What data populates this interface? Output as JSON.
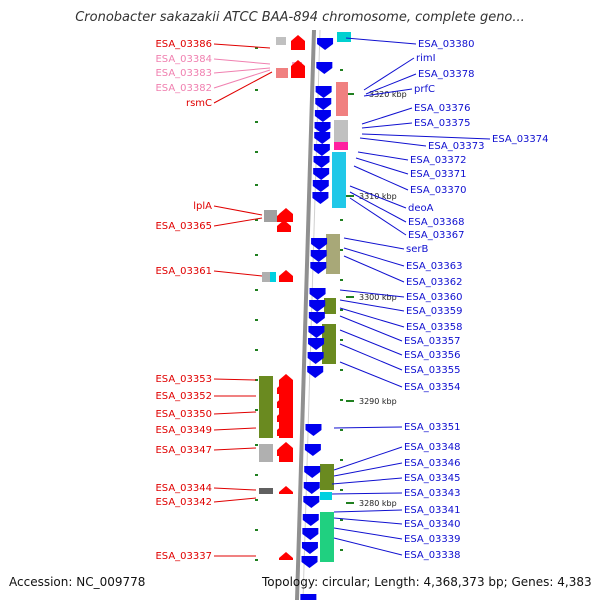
{
  "title": "Cronobacter sakazakii ATCC BAA-894 chromosome, complete geno...",
  "footer": {
    "accession": "Accession: NC_009778",
    "topology": "Topology: circular; Length: 4,368,373 bp; Genes: 4,383"
  },
  "colors": {
    "left_label": "#e00000",
    "left_label_pink": "#f080b0",
    "right_label": "#1010d0",
    "axis": "#909090",
    "tick": "#208020",
    "arrow_red": "#ff0000",
    "arrow_blue": "#0000ee"
  },
  "kbp_marks": [
    {
      "label": "3320 kbp"
    },
    {
      "label": "3310 kbp"
    },
    {
      "label": "3300 kbp"
    },
    {
      "label": "3290 kbp"
    },
    {
      "label": "3280 kbp"
    }
  ],
  "left_genes": [
    {
      "label": "ESA_03386",
      "style": "red"
    },
    {
      "label": "ESA_03384",
      "style": "pink"
    },
    {
      "label": "ESA_03383",
      "style": "pink"
    },
    {
      "label": "ESA_03382",
      "style": "pink"
    },
    {
      "label": "rsmC",
      "style": "red"
    },
    {
      "label": "lplA",
      "style": "red"
    },
    {
      "label": "ESA_03365",
      "style": "red"
    },
    {
      "label": "ESA_03361",
      "style": "red"
    },
    {
      "label": "ESA_03353",
      "style": "red"
    },
    {
      "label": "ESA_03352",
      "style": "red"
    },
    {
      "label": "ESA_03350",
      "style": "red"
    },
    {
      "label": "ESA_03349",
      "style": "red"
    },
    {
      "label": "ESA_03347",
      "style": "red"
    },
    {
      "label": "ESA_03344",
      "style": "red"
    },
    {
      "label": "ESA_03342",
      "style": "red"
    },
    {
      "label": "ESA_03337",
      "style": "red"
    }
  ],
  "right_genes": [
    {
      "label": "ESA_03380"
    },
    {
      "label": "rimI"
    },
    {
      "label": "ESA_03378"
    },
    {
      "label": "prfC"
    },
    {
      "label": "ESA_03376"
    },
    {
      "label": "ESA_03375"
    },
    {
      "label": "ESA_03374"
    },
    {
      "label": "ESA_03373"
    },
    {
      "label": "ESA_03372"
    },
    {
      "label": "ESA_03371"
    },
    {
      "label": "ESA_03370"
    },
    {
      "label": "deoA"
    },
    {
      "label": "ESA_03368"
    },
    {
      "label": "ESA_03367"
    },
    {
      "label": "serB"
    },
    {
      "label": "ESA_03363"
    },
    {
      "label": "ESA_03362"
    },
    {
      "label": "ESA_03360"
    },
    {
      "label": "ESA_03359"
    },
    {
      "label": "ESA_03358"
    },
    {
      "label": "ESA_03357"
    },
    {
      "label": "ESA_03356"
    },
    {
      "label": "ESA_03355"
    },
    {
      "label": "ESA_03354"
    },
    {
      "label": "ESA_03351"
    },
    {
      "label": "ESA_03348"
    },
    {
      "label": "ESA_03346"
    },
    {
      "label": "ESA_03345"
    },
    {
      "label": "ESA_03343"
    },
    {
      "label": "ESA_03341"
    },
    {
      "label": "ESA_03340"
    },
    {
      "label": "ESA_03339"
    },
    {
      "label": "ESA_03338"
    }
  ]
}
